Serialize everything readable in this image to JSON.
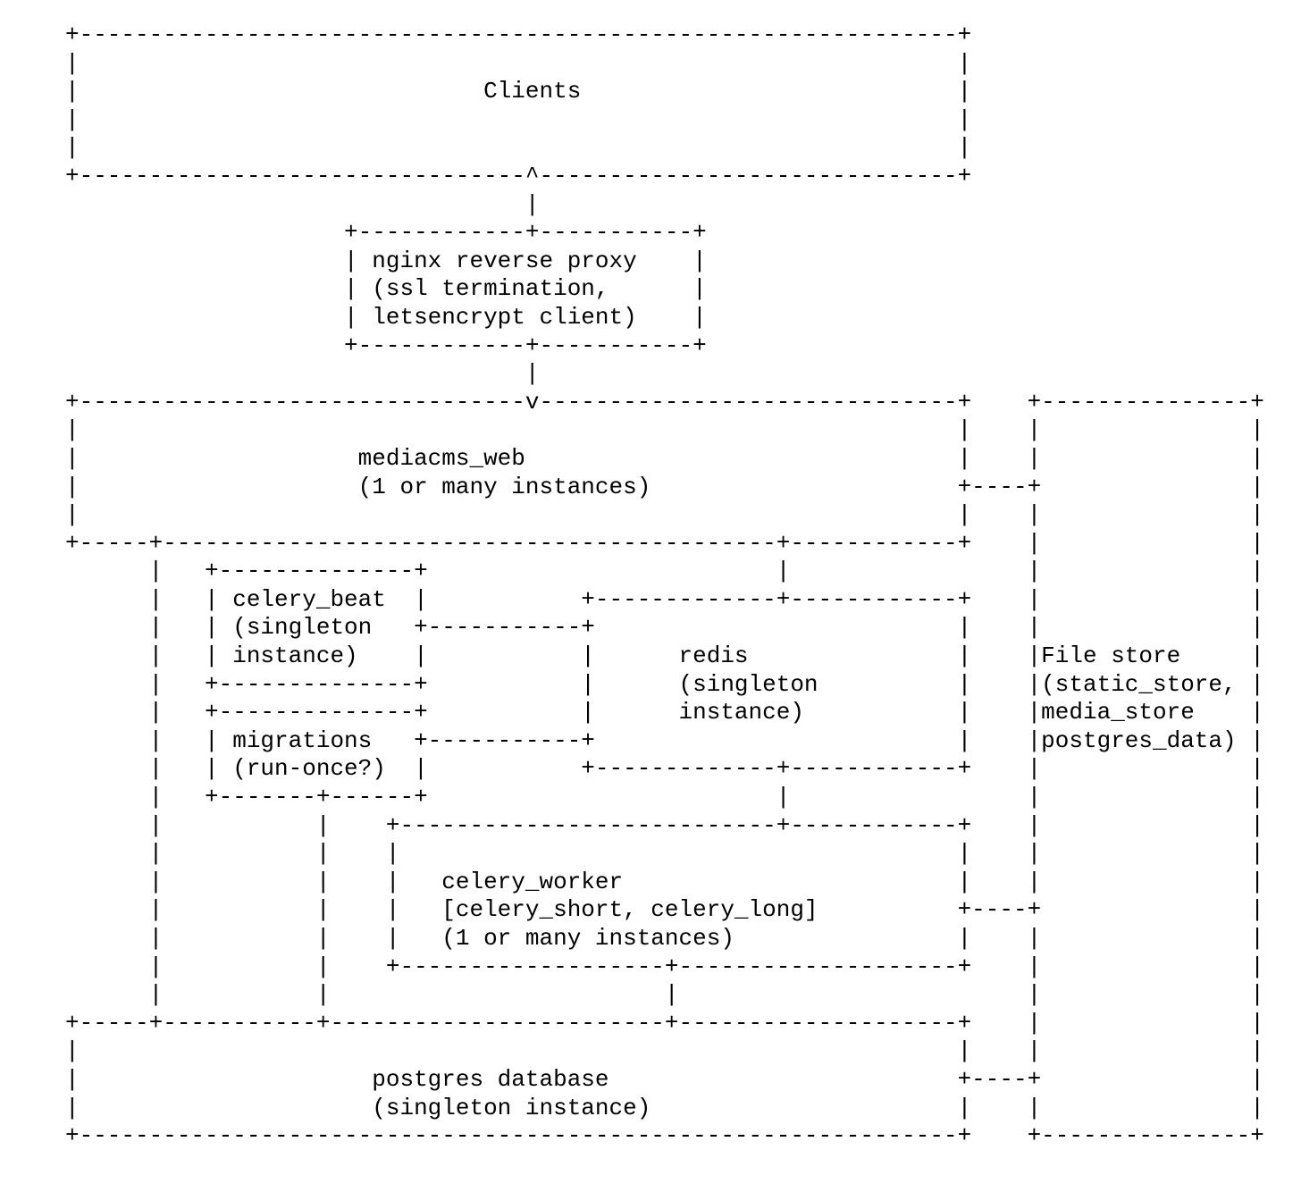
{
  "diagram": {
    "colors": {
      "foreground": "#000000",
      "background": "#ffffff"
    },
    "nodes": [
      {
        "id": "clients",
        "label": "Clients"
      },
      {
        "id": "nginx",
        "label": "nginx reverse proxy (ssl termination, letsencrypt client)"
      },
      {
        "id": "mediacms-web",
        "label": "mediacms_web (1 or many instances)"
      },
      {
        "id": "celery-beat",
        "label": "celery_beat (singleton instance)"
      },
      {
        "id": "redis",
        "label": "redis (singleton instance)"
      },
      {
        "id": "migrations",
        "label": "migrations (run-once?)"
      },
      {
        "id": "celery-worker",
        "label": "celery_worker [celery_short, celery_long] (1 or many instances)"
      },
      {
        "id": "postgres",
        "label": "postgres database (singleton instance)"
      },
      {
        "id": "file-store",
        "label": "File store (static_store, media_store postgres_data)"
      }
    ],
    "ascii": [
      "+---------------------------------------------------------------+",
      "|                                                               |",
      "|                             Clients                           |",
      "|                                                               |",
      "|                                                               |",
      "+--------------------------------^------------------------------+",
      "                                 |",
      "                    +------------+-----------+",
      "                    | nginx reverse proxy    |",
      "                    | (ssl termination,      |",
      "                    | letsencrypt client)    |",
      "                    +------------+-----------+",
      "                                 |",
      "+--------------------------------v------------------------------+    +---------------+",
      "|                                                               |    |               |",
      "|                    mediacms_web                               |    |               |",
      "|                    (1 or many instances)                      +----+               |",
      "|                                                               |    |               |",
      "+-----+--------------------------------------------+------------+    |               |",
      "      |   +--------------+                         |                 |               |",
      "      |   | celery_beat  |           +-------------+------------+    |               |",
      "      |   | (singleton   +-----------+                          |    |               |",
      "      |   | instance)    |           |      redis               |    |File store     |",
      "      |   +--------------+           |      (singleton          |    |(static_store, |",
      "      |   +--------------+           |      instance)           |    |media_store    |",
      "      |   | migrations   +-----------+                          |    |postgres_data) |",
      "      |   | (run-once?)  |           +-------------+------------+    |               |",
      "      |   +-------+------+                         |                 |               |",
      "      |           |    +---------------------------+------------+    |               |",
      "      |           |    |                                        |    |               |",
      "      |           |    |   celery_worker                        |    |               |",
      "      |           |    |   [celery_short, celery_long]          +----+               |",
      "      |           |    |   (1 or many instances)                |    |               |",
      "      |           |    +-------------------+--------------------+    |               |",
      "      |           |                        |                         |               |",
      "+-----+-----------+------------------------+--------------------+    |               |",
      "|                                                               |    |               |",
      "|                     postgres database                         +----+               |",
      "|                     (singleton instance)                      |    |               |",
      "+---------------------------------------------------------------+    +---------------+"
    ]
  }
}
